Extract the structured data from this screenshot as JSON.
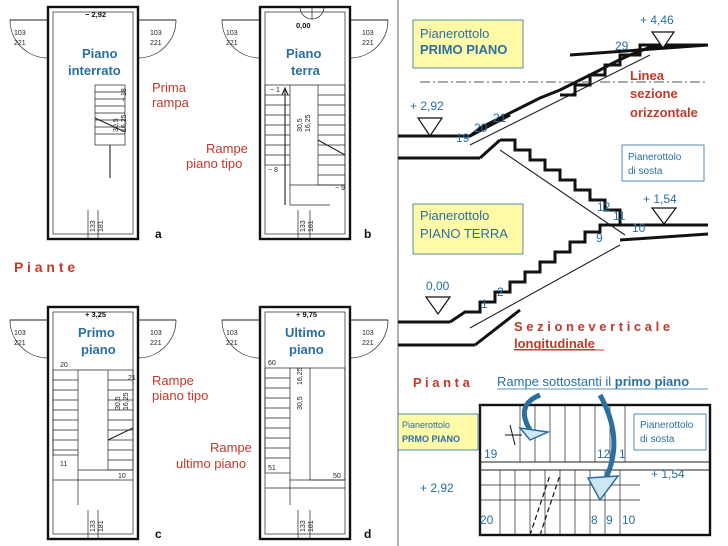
{
  "plans": {
    "a": {
      "elev": "− 2,92",
      "title1": "Piano",
      "title2": "interrato",
      "tag": "a",
      "door_top": "103",
      "door_bot": "221",
      "w_top": "133",
      "w_bot": "181",
      "dims": [
        "− 18",
        "30,5",
        "16,25"
      ]
    },
    "b": {
      "elev": "0,00",
      "title1": "Piano",
      "title2": "terra",
      "tag": "b",
      "door_top": "103",
      "door_bot": "221",
      "w_top": "133",
      "w_bot": "181",
      "dims": [
        "− 1",
        "30,5",
        "16,25",
        "− 8",
        "− 9"
      ]
    },
    "c": {
      "elev": "+ 3,25",
      "title1": "Primo",
      "title2": "piano",
      "tag": "c",
      "door_top": "103",
      "door_bot": "221",
      "w_top": "133",
      "w_bot": "181",
      "dims": [
        "20",
        "21",
        "30,5",
        "16,25",
        "11",
        "10"
      ]
    },
    "d": {
      "elev": "+ 9,75",
      "title1": "Ultimo",
      "title2": "piano",
      "tag": "d",
      "door_top": "103",
      "door_bot": "221",
      "w_top": "133",
      "w_bot": "181",
      "dims": [
        "60",
        "30,5",
        "16,25",
        "51",
        "50"
      ]
    }
  },
  "labels": {
    "prima_rampa_1": "Prima",
    "prima_rampa_2": "rampa",
    "rampe_tipo_b_1": "Rampe",
    "rampe_tipo_b_2": "piano tipo",
    "piante": "P i a n t e",
    "rampe_tipo_c_1": "Rampe",
    "rampe_tipo_c_2": "piano tipo",
    "rampe_ultimo_1": "Rampe",
    "rampe_ultimo_2": "ultimo piano"
  },
  "section": {
    "box1_line1": "Pianerottolo",
    "box1_line2": "PRIMO PIANO",
    "box2_line1": "Pianerottolo",
    "box2_line2": "PIANO TERRA",
    "linea_1": "Linea",
    "linea_2": "sezione",
    "linea_3": "orizzontale",
    "sosta_1": "Pianerottolo",
    "sosta_2": "di sosta",
    "elev_446": "+ 4,46",
    "elev_292": "+ 2,92",
    "elev_154": "+ 1,54",
    "elev_000": "0,00",
    "n29": "29",
    "n21": "21",
    "n20": "20",
    "n19": "19",
    "n12": "12",
    "n11": "11",
    "n10": "10",
    "n9": "9",
    "n2": "2",
    "n1": "1",
    "title_1": "S e z i o n e   v e r t i c a l e",
    "title_2": "longitudinale"
  },
  "pianta": {
    "title": "P i a n t a",
    "rampe_text": "Rampe sottostanti il ",
    "rampe_bold": "primo piano",
    "box_left_1": "Pianerottolo",
    "box_left_2": "PRMO PIANO",
    "box_right_1": "Pianerottolo",
    "box_right_2": "di sosta",
    "n19": "19",
    "n12": "12",
    "n1": "1",
    "elev_154": "+ 1,54",
    "elev_292": "+ 2,92",
    "n20": "20",
    "n8": "8",
    "n9": "9",
    "n10": "10"
  }
}
